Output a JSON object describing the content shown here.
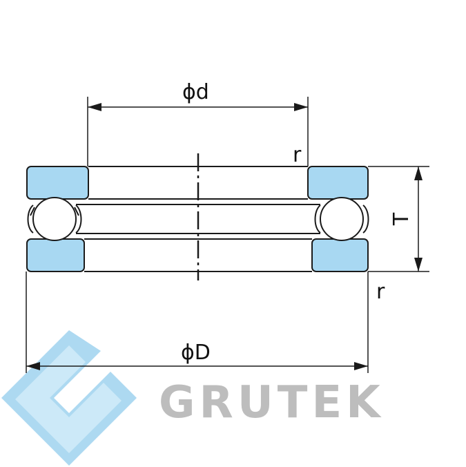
{
  "labels": {
    "inner_diameter": "ϕd",
    "outer_diameter": "ϕD",
    "height": "T",
    "radius_top": "r",
    "radius_bottom": "r"
  },
  "logo": {
    "text": "GRUTEK",
    "text_color": "#bdbdbd",
    "mark_color": "#9fd3ef"
  },
  "colors": {
    "washer_fill": "#a8d8f2",
    "line": "#1a1a1a",
    "ball_fill": "#ffffff"
  }
}
